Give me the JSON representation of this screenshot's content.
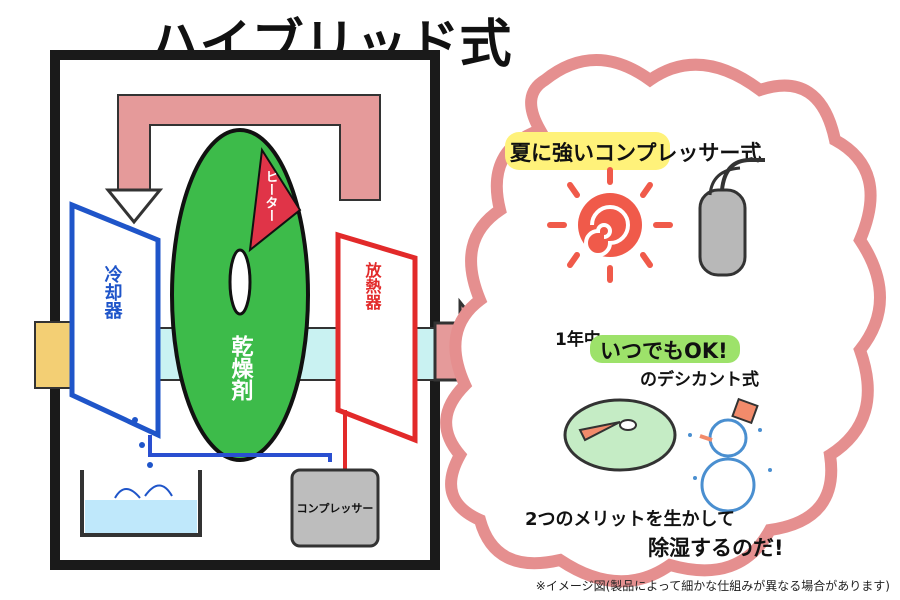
{
  "title": "ハイブリッド式",
  "labels": {
    "cooler": "冷却器",
    "heater": "ヒーター",
    "desiccant": "乾燥剤",
    "radiator": "放熱器",
    "compressor": "コンプレッサー"
  },
  "callout": {
    "compressor_type": "夏に強いコンプレッサー式",
    "year_round_prefix": "1年中",
    "year_round": "いつでもOK!",
    "desiccant_type": "のデシカント式",
    "merit_line1": "2つのメリットを生かして",
    "merit_line2": "除湿するのだ!"
  },
  "caption": "※イメージ図(製品によって細かな仕組みが異なる場合があります)",
  "colors": {
    "frame": "#1a1a1a",
    "duct": "#e59a9a",
    "wheel": "#3dbb4a",
    "heater": "#e03448",
    "cooler": "#1f55c9",
    "radiator": "#e22a2a",
    "airflow": "#c9f2f2",
    "inlet": "#f3cf74",
    "cloud": "#e58f8f",
    "highlight": "#fff27a",
    "green_highlight": "#9de26a",
    "sun": "#f05a4a",
    "water": "#bfe8fb",
    "pipe": "#2a4fd0"
  },
  "icons": [
    "sun-icon",
    "compressor-canister-icon",
    "desiccant-dish-icon",
    "snowman-icon",
    "arrow-right-icon"
  ]
}
